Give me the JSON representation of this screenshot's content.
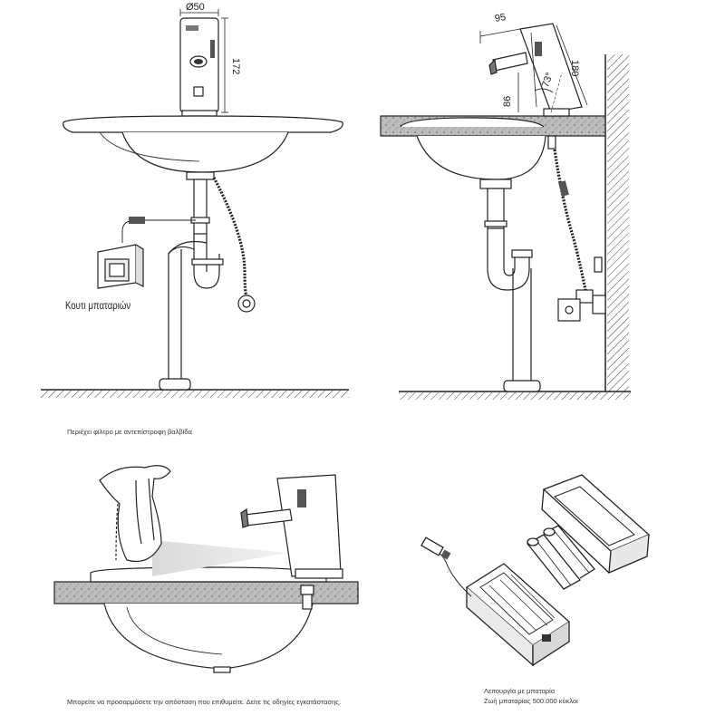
{
  "panel1": {
    "dim_diameter": "Ø50",
    "dim_height": "172",
    "battery_box_label": "Κουτι μπαταριών",
    "caption": "Περιέχει φίλτρο με αντεπίστροφη βαλβίδα"
  },
  "panel2": {
    "dim_width": "95",
    "dim_height": "180",
    "dim_spout": "86",
    "dim_angle": "73°"
  },
  "panel3": {
    "caption": "Μπορείτε να προσαρμόσετε την απόσταση που επιθυμείτε. Δείτε τις οδηγίες εγκατάστασης."
  },
  "panel4": {
    "caption_line1": "Λειτουργία με μπαταρία",
    "caption_line2": "Ζωή  μπαταρίας 500.000 κύκλοι"
  }
}
